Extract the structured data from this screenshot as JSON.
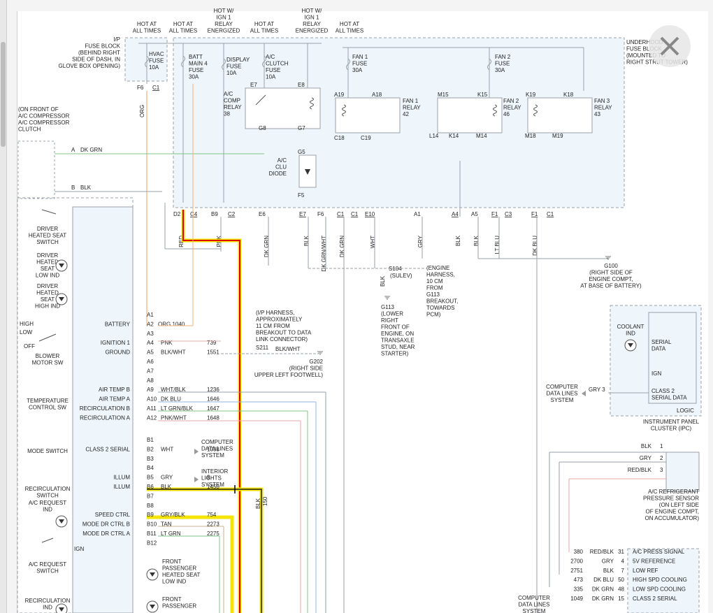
{
  "labels": {
    "ip_hot": "HOT AT ALL TIMES",
    "ip_fuse_block": [
      "I/P",
      "FUSE BLOCK",
      "(BEHIND RIGHT",
      "SIDE OF DASH, IN",
      "GLOVE BOX OPENING)"
    ],
    "hot_tops": [
      [
        "HOT AT",
        "ALL TIMES"
      ],
      [
        "HOT AT",
        "ALL TIMES"
      ],
      [
        "HOT W/",
        "IGN 1",
        "RELAY",
        "ENERGIZED"
      ],
      [
        "HOT AT",
        "ALL TIMES"
      ],
      [
        "HOT W/",
        "IGN 1",
        "RELAY",
        "ENERGIZED"
      ],
      [
        "HOT AT",
        "ALL TIMES"
      ]
    ],
    "hvac_fuse": [
      "HVAC",
      "FUSE",
      "10A"
    ],
    "batt_fuse": [
      "BATT",
      "MAIN 4",
      "FUSE",
      "30A"
    ],
    "display_fuse": [
      "DISPLAY",
      "FUSE",
      "10A"
    ],
    "ac_clutch_fuse": [
      "A/C",
      "CLUTCH",
      "FUSE",
      "10A"
    ],
    "fan1_fuse": [
      "FAN 1",
      "FUSE",
      "30A"
    ],
    "fan2_fuse": [
      "FAN 2",
      "FUSE",
      "30A"
    ],
    "underhood": [
      "UNDERHOOD",
      "FUSE BLOCK",
      "(MOUNTED TO",
      "RIGHT STRUT TOWER)"
    ],
    "ac_comp_relay": [
      "A/C",
      "COMP",
      "RELAY",
      "38"
    ],
    "fan1_relay": [
      "FAN 1",
      "RELAY",
      "42"
    ],
    "fan2_relay": [
      "FAN 2",
      "RELAY",
      "46"
    ],
    "fan3_relay": [
      "FAN 3",
      "RELAY",
      "43"
    ],
    "ac_clu_diode": [
      "A/C",
      "CLU",
      "DIODE"
    ],
    "compressor": [
      "(ON FRONT OF",
      "A/C COMPRESSOR",
      "A/C COMPRESSOR",
      "CLUTCH"
    ],
    "f6": "F6",
    "c1": "C1",
    "org": "ORG",
    "e7": "E7",
    "e8": "E8",
    "g8": "G8",
    "g7": "G7",
    "g5": "G5",
    "f5": "F5",
    "a19": "A19",
    "a18": "A18",
    "c18": "C18",
    "c19": "C19",
    "m15": "M15",
    "k15": "K15",
    "l14": "L14",
    "k14": "K14",
    "m14": "M14",
    "k19": "K19",
    "k18": "K18",
    "m18": "M18",
    "m19": "M19",
    "comp_a": "A",
    "comp_a_wire": "DK GRN",
    "comp_b": "B",
    "comp_b_wire": "BLK",
    "bottom_pins": [
      "D2",
      "C4",
      "B9",
      "C2",
      "E6",
      "E7",
      "F6",
      "C1",
      "C1",
      "E10",
      "A1",
      "A4",
      "A5",
      "F1",
      "C3",
      "F1",
      "C1"
    ],
    "bottom_wires": [
      "RED",
      "PNK",
      "DK GRN",
      "BLK",
      "DK GRN/WHT",
      "DK GRN",
      "WHT",
      "GRY",
      "BLK",
      "BLK",
      "LT BLU",
      "DK BLU"
    ],
    "s104": "S104",
    "sulev": "(SULEV)",
    "engine_harness": [
      "(ENGINE",
      "HARNESS,",
      "10 CM",
      "FROM",
      "G113",
      "BREAKOUT,",
      "TOWARDS",
      "PCM)"
    ],
    "s104_wire": "BLK",
    "g113": [
      "G113",
      "(LOWER",
      "RIGHT",
      "FRONT OF",
      "ENGINE, ON",
      "TRANSAXLE",
      "STUD, NEAR",
      "STARTER)"
    ],
    "g100": [
      "G100",
      "(RIGHT SIDE OF",
      "ENGINE COMPT,",
      "AT BASE OF BATTERY)"
    ],
    "ip_harness": [
      "(I/P HARNESS,",
      "APPROXIMATELY",
      "11 CM FROM",
      "BREAKOUT TO DATA",
      "LINK CONNECTOR)"
    ],
    "s211": "S211",
    "s211_wire": "BLK/WHT",
    "g202": [
      "G202",
      "(RIGHT SIDE",
      "UPPER LEFT FOOTWELL)"
    ],
    "left_items": [
      [
        "DRIVER",
        "HEATED SEAT",
        "SWITCH"
      ],
      [
        "DRIVER",
        "HEATED",
        "SEAT",
        "LOW IND"
      ],
      [
        "DRIVER",
        "HEATED",
        "SEAT",
        "HIGH IND"
      ],
      [
        "BLOWER",
        "MOTOR SW"
      ],
      [
        "TEMPERATURE",
        "CONTROL SW"
      ],
      [
        "MODE SWITCH"
      ],
      [
        "RECIRCULATION",
        "SWITCH"
      ],
      [
        "A/C REQUEST",
        "IND"
      ],
      [
        "A/C REQUEST",
        "SWITCH"
      ],
      [
        "RECIRCULATION",
        "IND"
      ]
    ],
    "high": "HIGH",
    "low": "LOW",
    "off": "OFF",
    "ign": "IGN",
    "front_pass_1": [
      "FRONT",
      "PASSENGER",
      "HEATED SEAT",
      "LOW IND"
    ],
    "front_pass_2": [
      "FRONT",
      "PASSENGER"
    ],
    "signals": [
      {
        "name": "BATTERY",
        "pin": "A2",
        "wire": "ORG 1040",
        "circ": ""
      },
      {
        "name": "IGNITION 1",
        "pin": "A4",
        "wire": "PNK",
        "circ": "739"
      },
      {
        "name": "GROUND",
        "pin": "A5",
        "wire": "BLK/WHT",
        "circ": "1551"
      },
      {
        "name": "AIR TEMP B",
        "pin": "A9",
        "wire": "WHT/BLK",
        "circ": "1236"
      },
      {
        "name": "AIR TEMP A",
        "pin": "A10",
        "wire": "DK BLU",
        "circ": "1646"
      },
      {
        "name": "RECIRCULATION B",
        "pin": "A11",
        "wire": "LT GRN/BLK",
        "circ": "1647"
      },
      {
        "name": "RECIRCULATION A",
        "pin": "A12",
        "wire": "PNK/WHT",
        "circ": "1648"
      },
      {
        "name": "CLASS 2 SERIAL",
        "pin": "B2",
        "wire": "WHT",
        "circ": "1038"
      },
      {
        "name": "ILLUM",
        "pin": "B5",
        "wire": "GRY",
        "circ": "8"
      },
      {
        "name": "ILLUM",
        "pin": "B6",
        "wire": "BLK",
        "circ": "1450"
      },
      {
        "name": "SPEED CTRL",
        "pin": "B9",
        "wire": "GRY/BLK",
        "circ": "754"
      },
      {
        "name": "MODE DR CTRL B",
        "pin": "B10",
        "wire": "TAN",
        "circ": "2273"
      },
      {
        "name": "MODE DR CTRL A",
        "pin": "B11",
        "wire": "LT GRN",
        "circ": "2275"
      }
    ],
    "plain_pins": [
      "A1",
      "A3",
      "A6",
      "A7",
      "A8",
      "B1",
      "B3",
      "B4",
      "B7",
      "B8",
      "B12"
    ],
    "comp_data_lines": [
      "COMPUTER",
      "DATA LINES",
      "SYSTEM"
    ],
    "interior_lights": [
      "INTERIOR",
      "LIGHTS",
      "SYSTEM"
    ],
    "blk_150": [
      "BLK",
      "150"
    ],
    "ipc": {
      "coolant": [
        "COOLANT",
        "IND"
      ],
      "serial_data": [
        "SERIAL",
        "DATA"
      ],
      "ign": "IGN",
      "class2": [
        "CLASS 2",
        "SERIAL DATA"
      ],
      "logic": "LOGIC",
      "gry3": "GRY 3",
      "title": [
        "INSTRUMENT PANEL",
        "CLUSTER (IPC)"
      ]
    },
    "sensor": {
      "rows": [
        [
          "BLK",
          "1"
        ],
        [
          "GRY",
          "2"
        ],
        [
          "RED/BLK",
          "3"
        ]
      ],
      "title": [
        "A/C REFRIGERANT",
        "PRESSURE SENSOR",
        "(ON LEFT SIDE",
        "OF ENGINE COMPT,",
        "ON ACCUMULATOR)"
      ]
    },
    "pcm_rows": [
      {
        "circ": "380",
        "wire": "RED/BLK",
        "pin": "31",
        "name": "A/C PRESS SIGNAL"
      },
      {
        "circ": "2700",
        "wire": "GRY",
        "pin": "4",
        "name": "5V REFERENCE"
      },
      {
        "circ": "2751",
        "wire": "BLK",
        "pin": "7",
        "name": "LOW REF"
      },
      {
        "circ": "473",
        "wire": "DK BLU",
        "pin": "50",
        "name": "HIGH SPD COOLING"
      },
      {
        "circ": "335",
        "wire": "DK GRN",
        "pin": "48",
        "name": "LOW SPD COOLING"
      },
      {
        "circ": "1049",
        "wire": "DK GRN",
        "pin": "15",
        "name": "CLASS 2 SERIAL"
      }
    ],
    "bottom_comp_data": [
      "COMPUTER",
      "DATA LINES",
      "SYSTEM"
    ]
  },
  "colors": {
    "line": "#9aa0a8",
    "box_fill": "#eef6fb",
    "highlight_red": "#e00000",
    "highlight_yellow": "#f5e400",
    "org_wire": "#f2b07a",
    "green_wire": "#7cc487",
    "pink_wire": "#e7a8a8",
    "blue_wire": "#8fb6e0"
  },
  "icons": [
    "close-icon",
    "ground-icon",
    "indicator-lamp-icon",
    "diode-icon",
    "relay-coil-icon"
  ]
}
